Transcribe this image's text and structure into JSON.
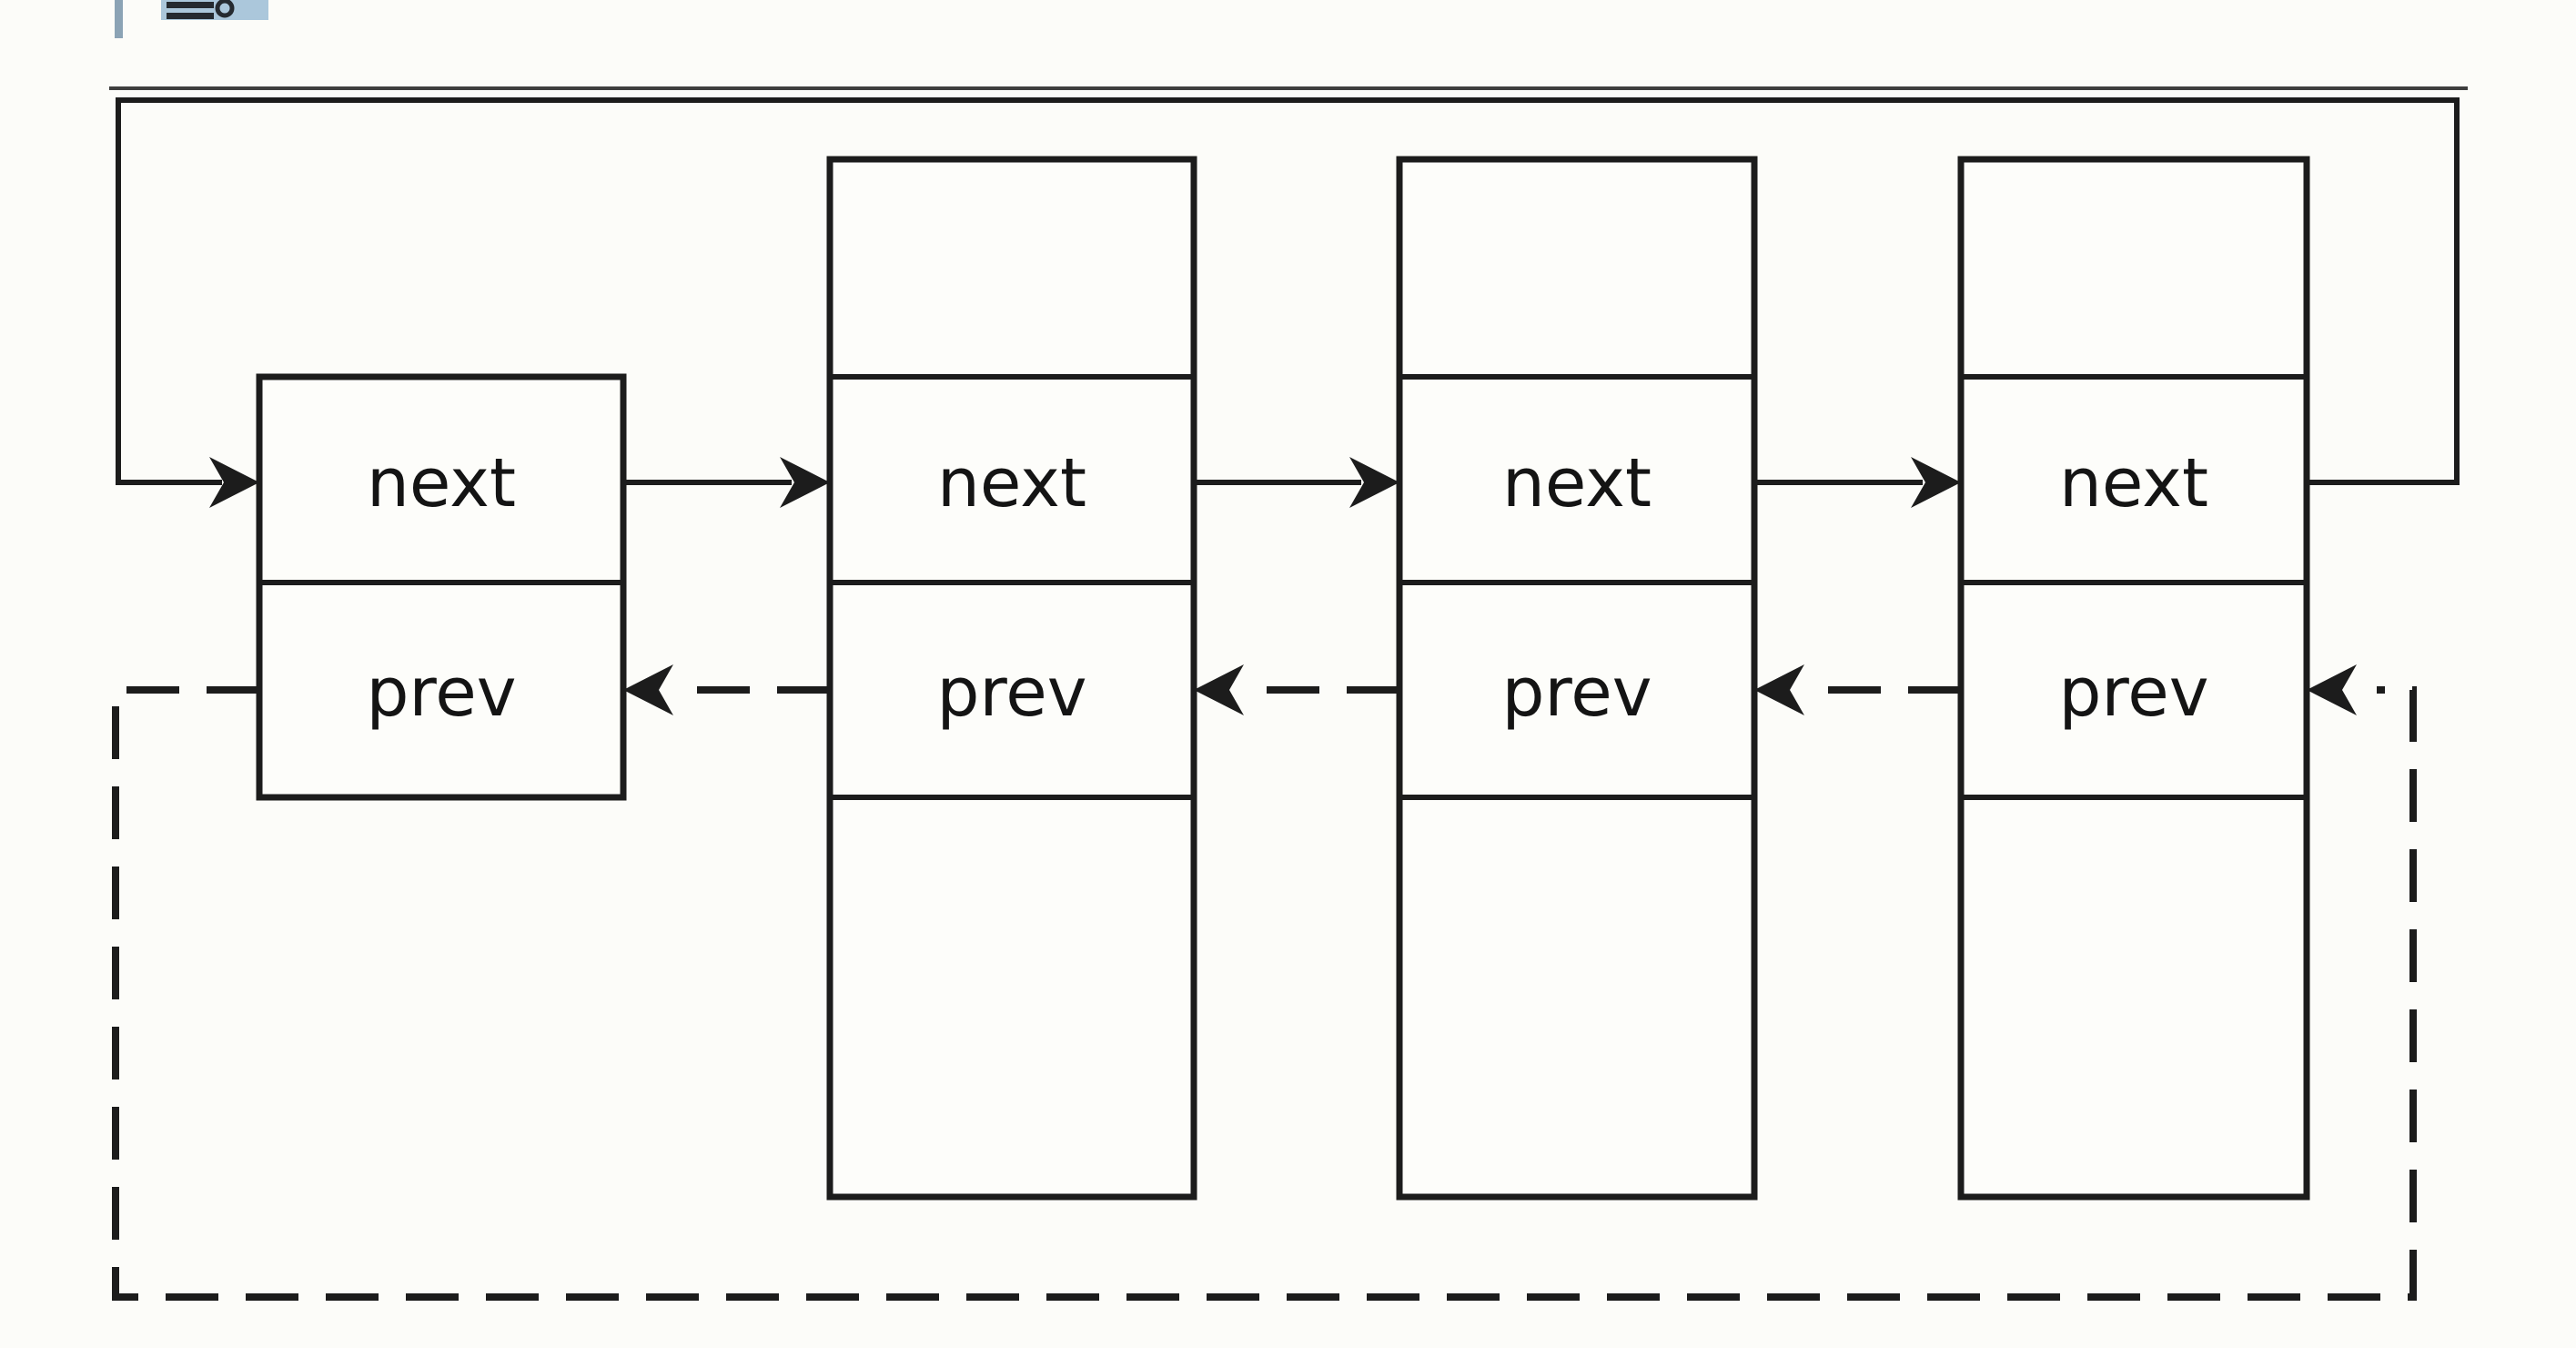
{
  "page": {
    "background_color": "#fcfcf9",
    "line_color": "#1c1c1c",
    "rule_color": "#3e3e3e"
  },
  "toolbar_fragment": {
    "icon": "text-selection-fragment-icon",
    "highlight_color": "#abc7db",
    "cursor_bar_color": "#8ba3b5",
    "glyph_hint": "8"
  },
  "diagram": {
    "type": "circular-doubly-linked-list",
    "nodes": [
      {
        "id": "node-1",
        "next_label": "next",
        "prev_label": "prev"
      },
      {
        "id": "node-2",
        "next_label": "next",
        "prev_label": "prev"
      },
      {
        "id": "node-3",
        "next_label": "next",
        "prev_label": "prev"
      },
      {
        "id": "node-4",
        "next_label": "next",
        "prev_label": "prev"
      }
    ],
    "links": [
      {
        "from": "node-1",
        "to": "node-2",
        "type": "next",
        "style": "solid"
      },
      {
        "from": "node-2",
        "to": "node-3",
        "type": "next",
        "style": "solid"
      },
      {
        "from": "node-3",
        "to": "node-4",
        "type": "next",
        "style": "solid"
      },
      {
        "from": "node-4",
        "to": "node-1",
        "type": "next",
        "style": "solid",
        "route": "top-loop"
      },
      {
        "from": "node-2",
        "to": "node-1",
        "type": "prev",
        "style": "dashed"
      },
      {
        "from": "node-3",
        "to": "node-2",
        "type": "prev",
        "style": "dashed"
      },
      {
        "from": "node-4",
        "to": "node-3",
        "type": "prev",
        "style": "dashed"
      },
      {
        "from": "node-1",
        "to": "node-4",
        "type": "prev",
        "style": "dashed",
        "route": "bottom-loop"
      }
    ]
  }
}
